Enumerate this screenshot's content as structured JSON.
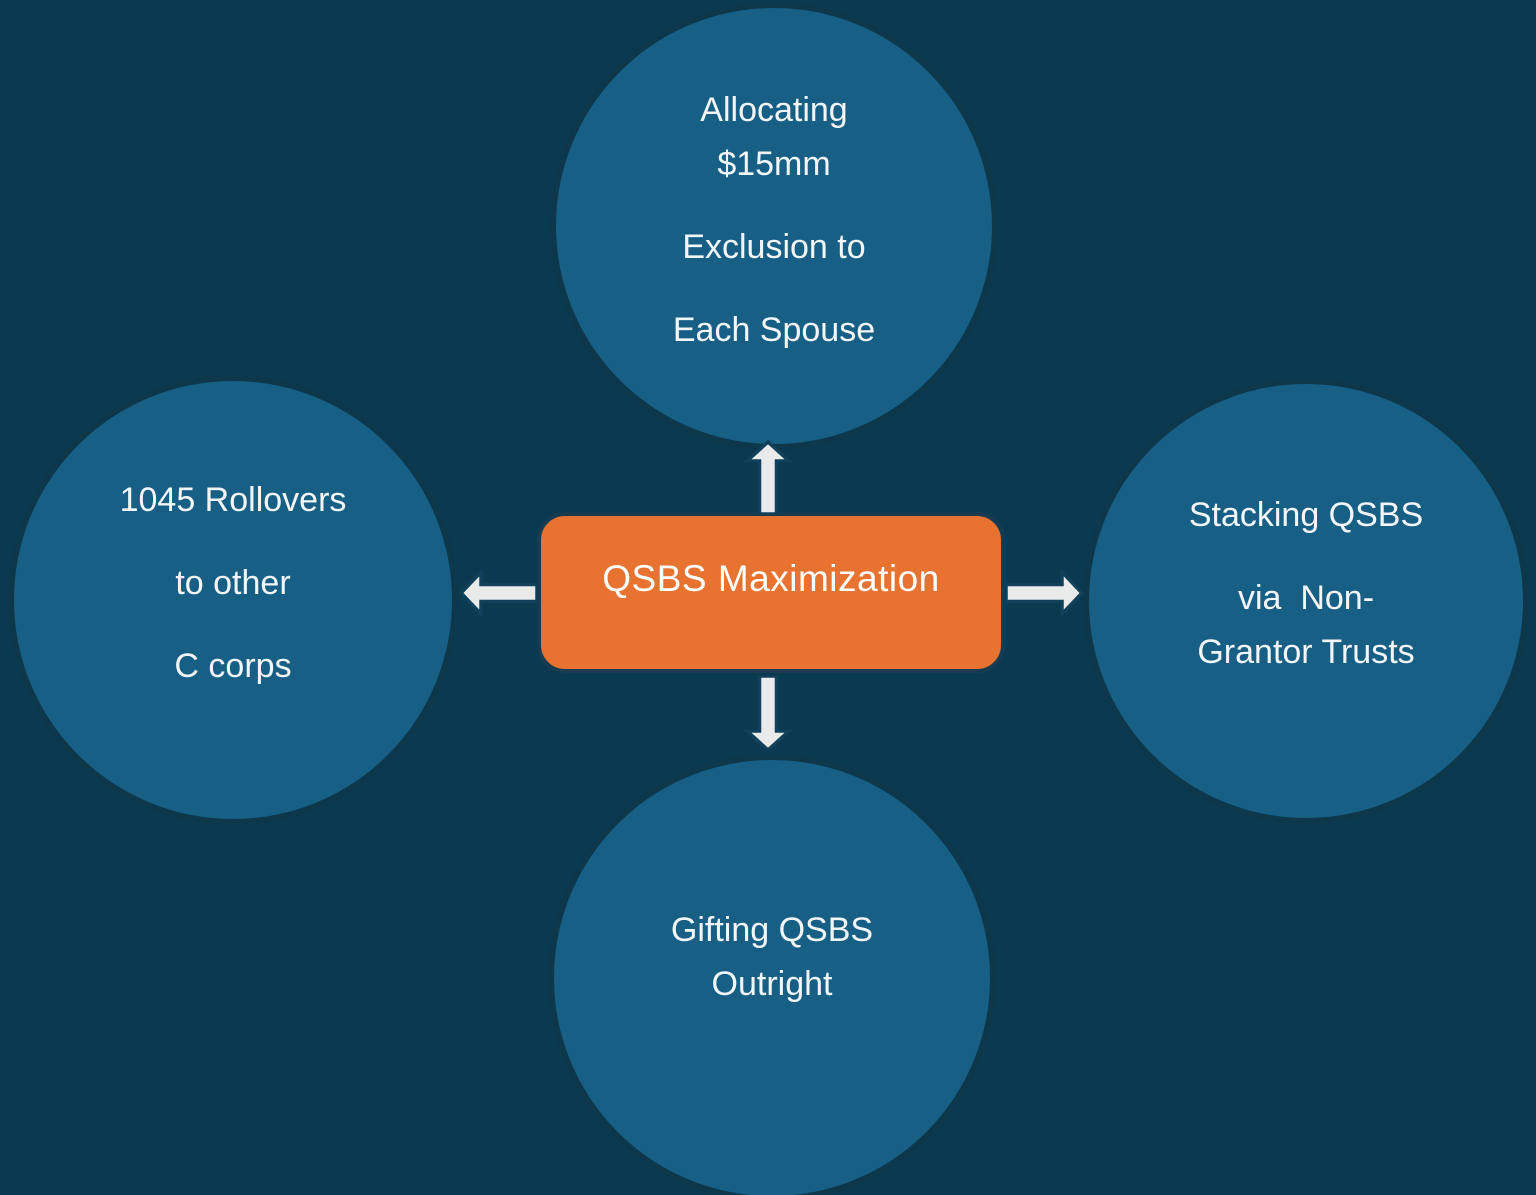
{
  "diagram_title": "QSBS Maximization",
  "center": {
    "label": "QSBS Maximization"
  },
  "circles": {
    "top": {
      "lines": [
        "Allocating",
        "$15mm",
        "Exclusion to",
        "Each Spouse"
      ]
    },
    "left": {
      "lines": [
        "1045 Rollovers",
        "to other",
        "C corps"
      ]
    },
    "right": {
      "lines": [
        "Stacking QSBS",
        "via  Non-",
        "Grantor Trusts"
      ]
    },
    "bottom": {
      "lines": [
        "Gifting QSBS",
        "Outright"
      ]
    }
  },
  "arrows": {
    "up": "arrow pointing up from center to top circle",
    "down": "arrow pointing down from center to bottom circle",
    "left": "arrow pointing left from center to left circle",
    "right": "arrow pointing right from center to right circle"
  },
  "colors": {
    "bg": "#0b3950",
    "circle_fill": "#175f85",
    "circle_border": "#0d374b",
    "center_fill": "#e8722f",
    "center_border": "#173c52",
    "arrow_fill": "#e9ebeb",
    "arrow_border": "#11405a",
    "text": "#f3f6f8"
  }
}
